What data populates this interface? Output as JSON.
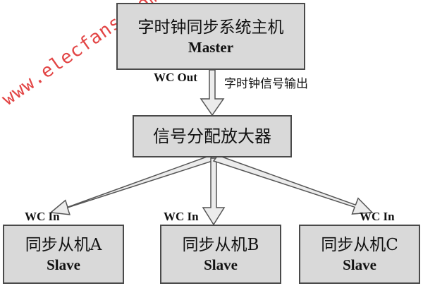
{
  "watermark": "www.elecfans.com",
  "master": {
    "title": "字时钟同步系统主机",
    "subtitle": "Master"
  },
  "output_port": "WC Out",
  "output_caption": "字时钟信号输出",
  "amplifier": {
    "title": "信号分配放大器"
  },
  "slaves": [
    {
      "title": "同步从机A",
      "subtitle": "Slave",
      "port": "WC In"
    },
    {
      "title": "同步从机B",
      "subtitle": "Slave",
      "port": "WC In"
    },
    {
      "title": "同步从机C",
      "subtitle": "Slave",
      "port": "WC In"
    }
  ],
  "colors": {
    "box_fill": "#d9d9d9",
    "box_border": "#4a4a4a",
    "arrow_fill": "#ececec",
    "watermark": "#e24444"
  }
}
